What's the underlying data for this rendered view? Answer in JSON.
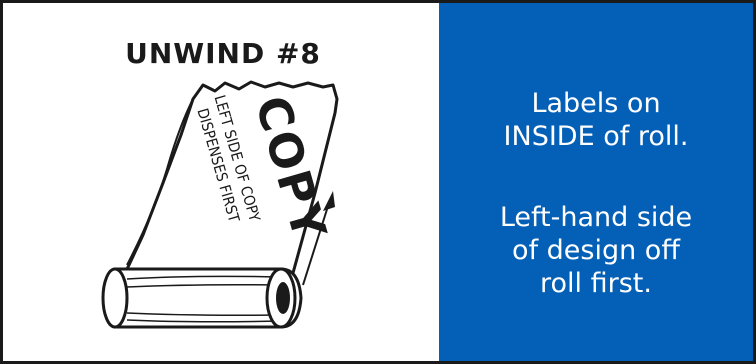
{
  "title": "UNWIND #8",
  "roll_text": {
    "big": "COPY",
    "line1": "LEFT SIDE OF COPY",
    "line2": "DISPENSES FIRST"
  },
  "message1": [
    "Labels on",
    "INSIDE of roll."
  ],
  "message2": [
    "Left-hand side",
    "of design off",
    "roll first."
  ],
  "colors": {
    "panel": "#0460b6",
    "text_on_panel": "#ffffff",
    "ink": "#1a1a1a"
  },
  "icons": {
    "roll": "label-roll-illustration",
    "arrow": "unwind-direction-arrow"
  }
}
